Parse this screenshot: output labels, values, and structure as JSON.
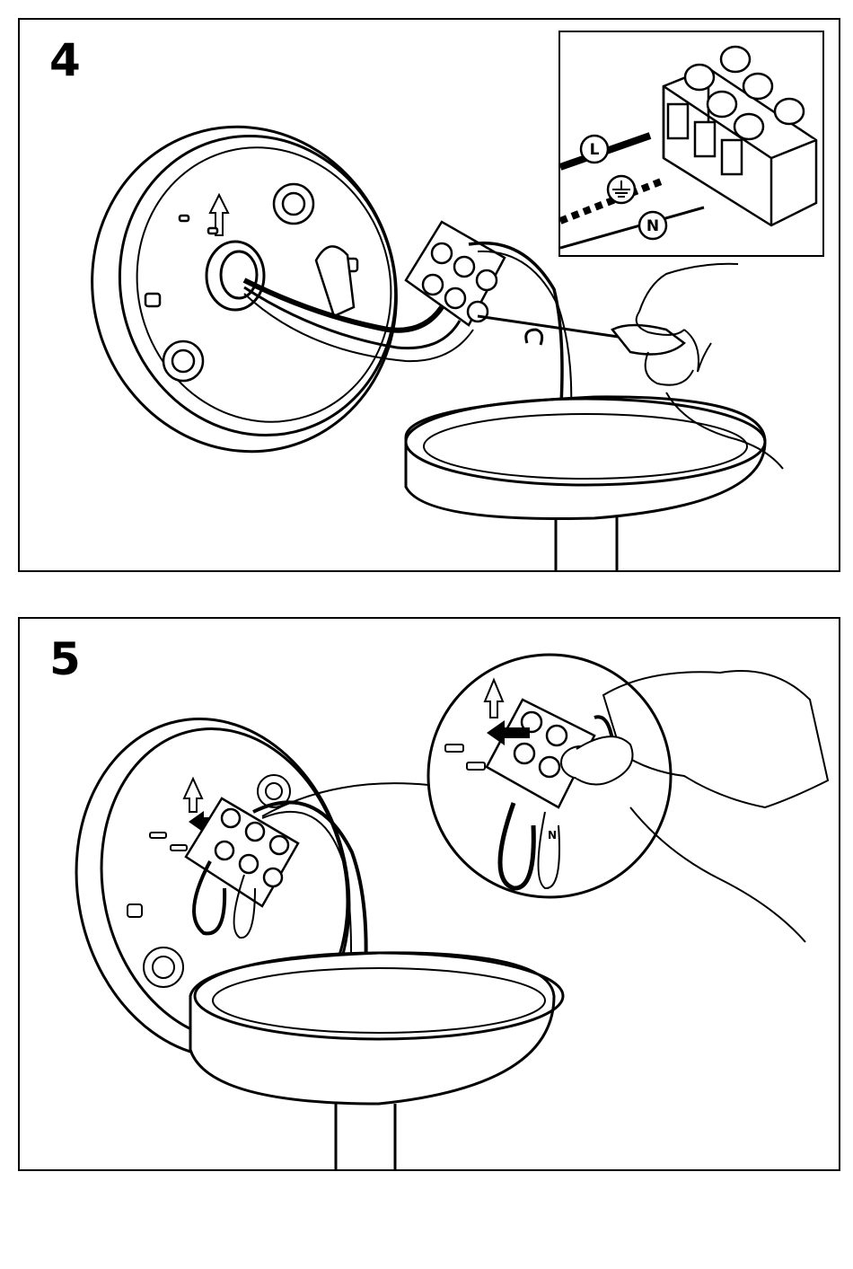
{
  "steps": [
    {
      "number": "4"
    },
    {
      "number": "5"
    }
  ],
  "inset_labels": {
    "live": "L",
    "earth_symbol": "earth-ground-symbol",
    "neutral": "N"
  },
  "terminal_labels": {
    "live": "L",
    "neutral": "N"
  },
  "colors": {
    "line": "#000000",
    "background": "#ffffff"
  }
}
